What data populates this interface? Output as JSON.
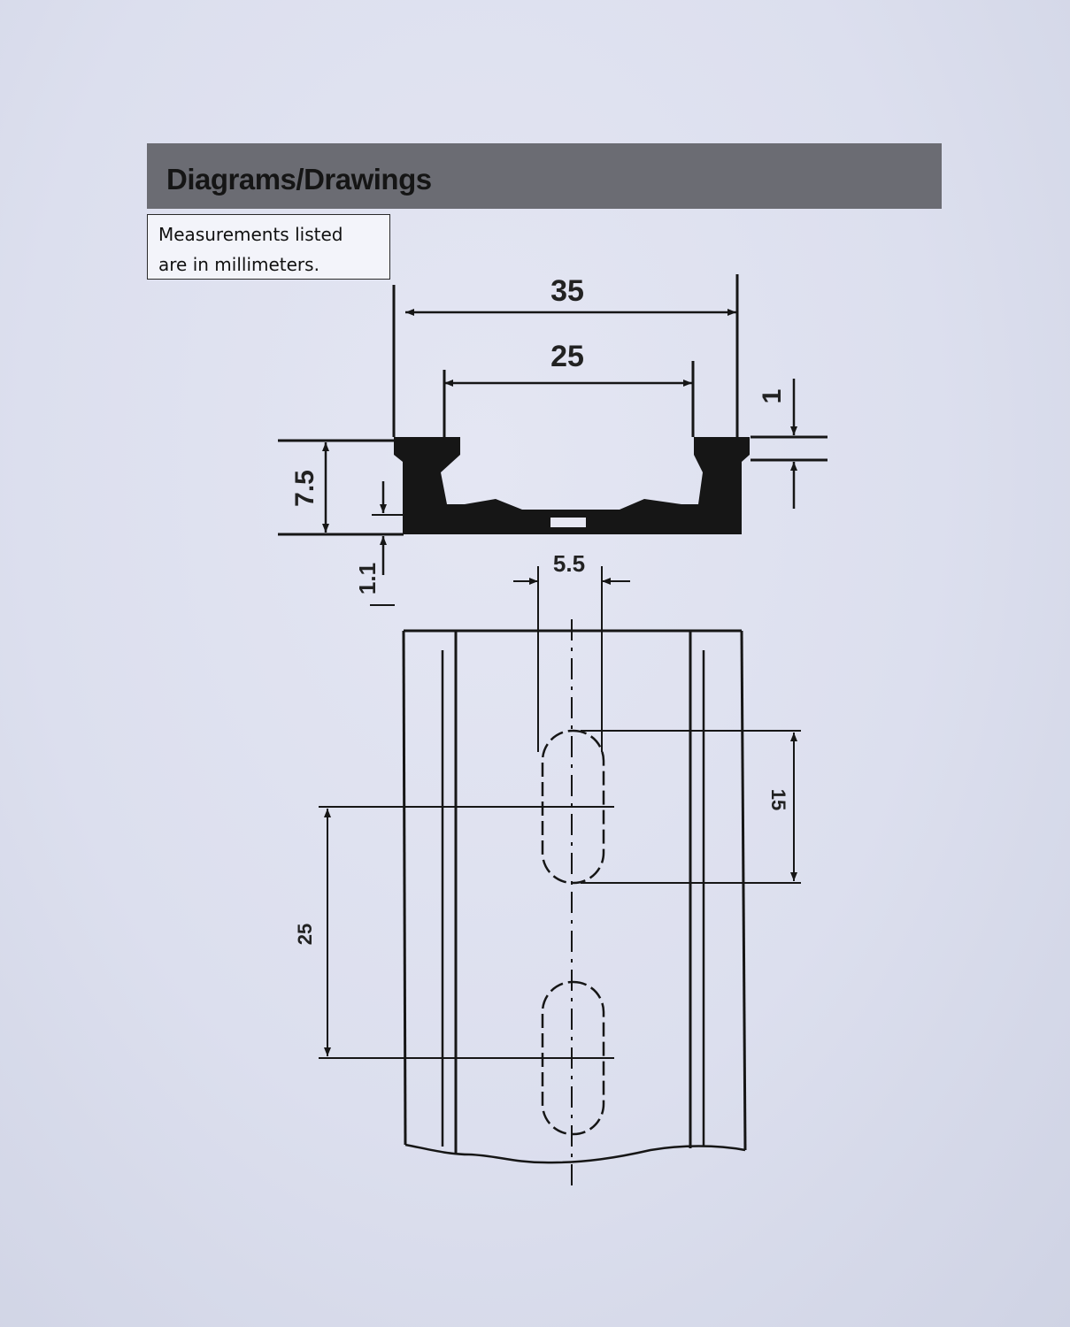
{
  "header": {
    "title": "Diagrams/Drawings"
  },
  "note": {
    "line1": "Measurements listed",
    "line2": "are in millimeters."
  },
  "dimensions": {
    "overall_width": "35",
    "inner_width": "25",
    "flange_thickness": "1",
    "height": "7.5",
    "base_thickness": "1.1",
    "slot_width": "5.5",
    "slot_length": "15",
    "slot_pitch": "25"
  },
  "colors": {
    "background": "#dde0ee",
    "header_bar": "#6b6c73",
    "ink": "#161616"
  }
}
